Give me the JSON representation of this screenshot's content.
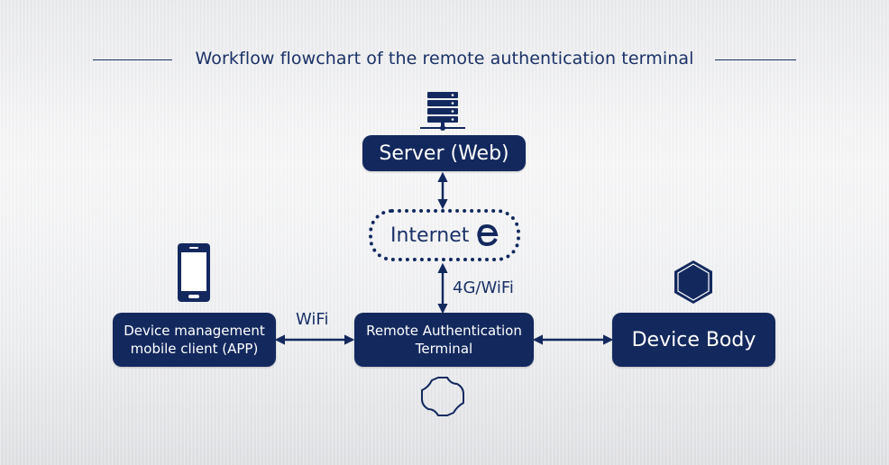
{
  "title": "Workflow flowchart of the remote authentication terminal",
  "nodes": {
    "server": "Server (Web)",
    "internet": "Internet",
    "terminal_line1": "Remote Authentication",
    "terminal_line2": "Terminal",
    "app_line1": "Device management",
    "app_line2": "mobile client (APP)",
    "device": "Device Body"
  },
  "edges": {
    "internet_terminal": "4G/WiFi",
    "app_terminal": "WiFi"
  },
  "icons": [
    "server-icon",
    "internet-e-icon",
    "smartphone-icon",
    "hexagon-icon",
    "cross-shape-icon"
  ],
  "colors": {
    "primary": "#13295e",
    "text": "#1a3166",
    "white": "#ffffff"
  }
}
